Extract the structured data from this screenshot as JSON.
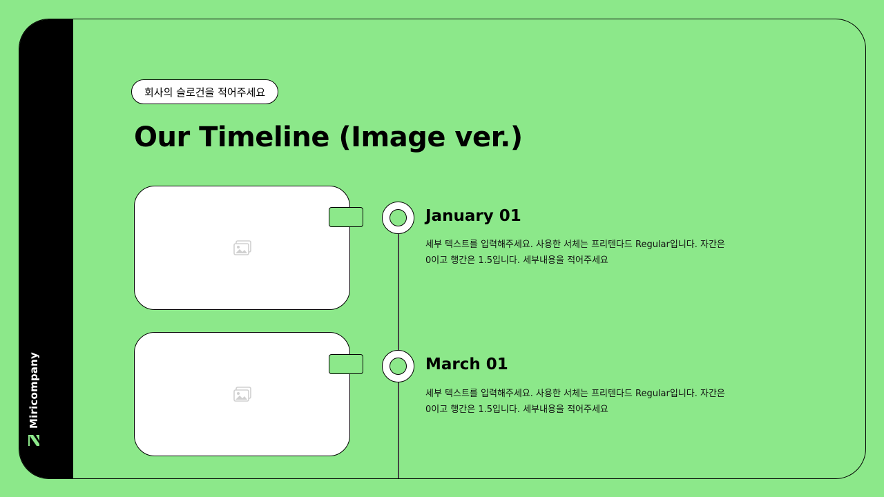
{
  "brand": {
    "name": "Miricompany"
  },
  "slogan": "회사의 슬로건을 적어주세요",
  "title": "Our Timeline (Image ver.)",
  "events": [
    {
      "date": "January 01",
      "description": "세부 텍스트를 입력해주세요. 사용한 서체는 프리텐다드 Regular입니다. 자간은 0이고 행간은 1.5입니다. 세부내용을 적어주세요",
      "image_icon": "image-placeholder-icon"
    },
    {
      "date": "March 01",
      "description": "세부 텍스트를 입력해주세요. 사용한 서체는 프리텐다드 Regular입니다. 자간은 0이고 행간은 1.5입니다. 세부내용을 적어주세요",
      "image_icon": "image-placeholder-icon"
    }
  ],
  "colors": {
    "background": "#8ce88a",
    "sidebar": "#000000",
    "card": "#ffffff",
    "outline": "#000000"
  }
}
